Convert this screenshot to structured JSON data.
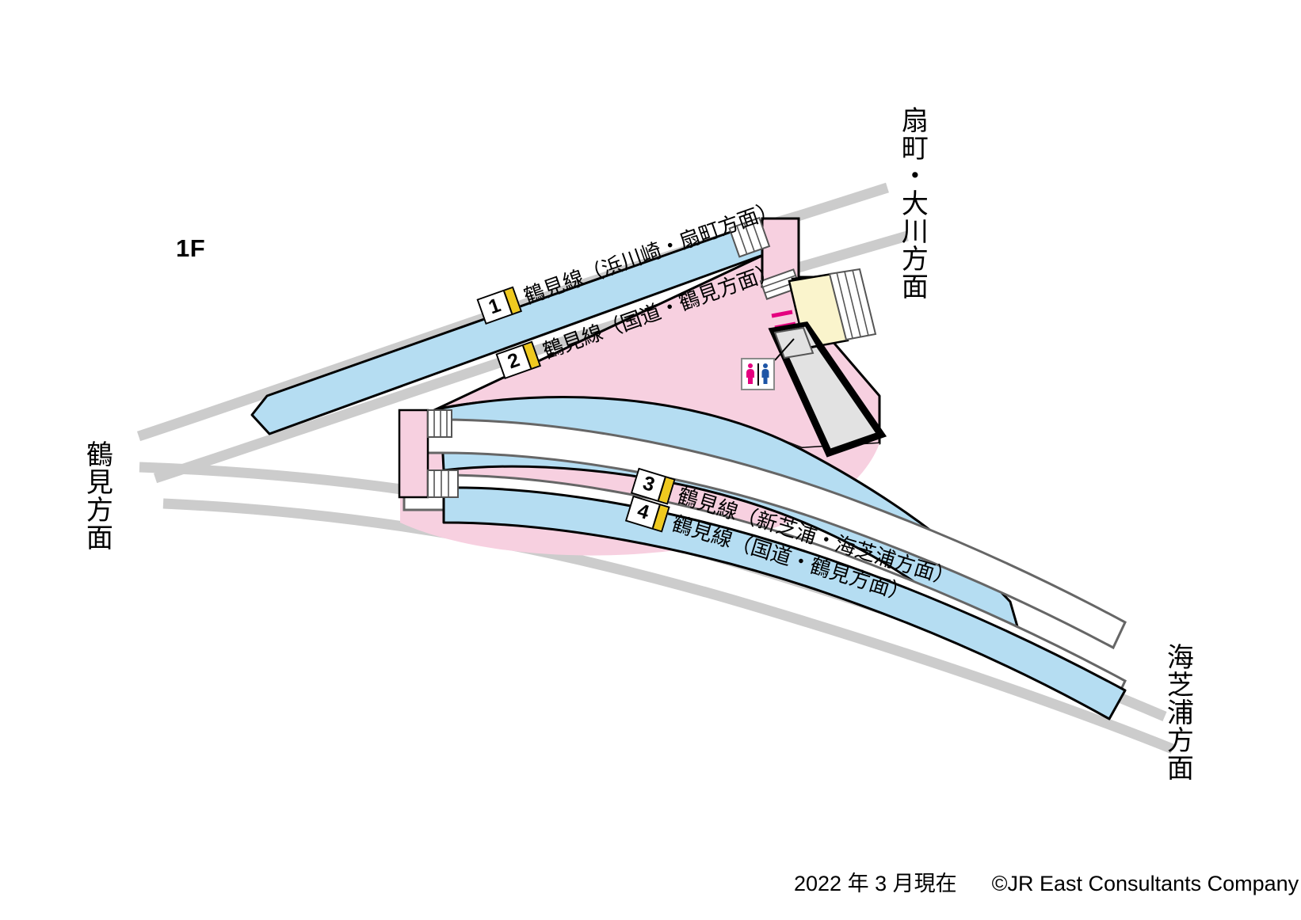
{
  "map": {
    "floor_label": "1F",
    "direction_labels": [
      {
        "id": "ogimachi-okawa",
        "text": "扇町・大川方面"
      },
      {
        "id": "tsurumi",
        "text": "鶴見方面"
      },
      {
        "id": "umishibaura",
        "text": "海芝浦方面"
      }
    ],
    "platforms": [
      {
        "number": "1",
        "line": "鶴見線（浜川崎・扇町方面）"
      },
      {
        "number": "2",
        "line": "鶴見線（国道・鶴見方面）"
      },
      {
        "number": "3",
        "line": "鶴見線（新芝浦・海芝浦方面）"
      },
      {
        "number": "4",
        "line": "鶴見線（国道・鶴見方面）"
      }
    ],
    "facilities": [
      {
        "id": "restroom",
        "icon": "restroom-icon",
        "label": ""
      }
    ],
    "colors": {
      "platform_blue": "#B5DDF2",
      "concourse_pink": "#F7D0E0",
      "gate_yellow": "#FAF4CC",
      "building_gray": "#E2E2E2",
      "track_gray": "#CCCCCC",
      "gate_magenta": "#E4007F",
      "number_stripe_yellow": "#EFC91F",
      "restroom_women": "#E4007F",
      "restroom_men": "#1D55A6"
    }
  },
  "footer": {
    "date": "2022 年 3 月現在",
    "copyright": "©JR East Consultants Company"
  }
}
